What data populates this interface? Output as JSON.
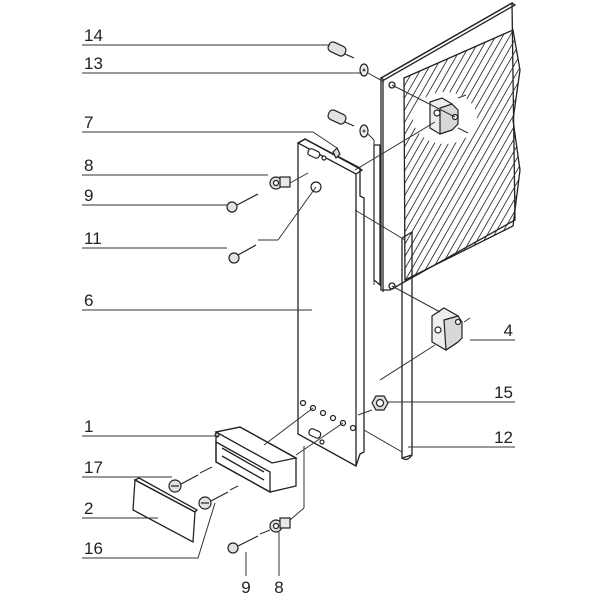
{
  "diagram": {
    "type": "exploded-assembly-view",
    "colors": {
      "line": "#222222",
      "panel_fill": "#e6e6e6",
      "light_fill": "#f2f2f2",
      "background": "#ffffff"
    },
    "callouts": {
      "left": [
        {
          "id": "14",
          "label": "14"
        },
        {
          "id": "13",
          "label": "13"
        },
        {
          "id": "7",
          "label": "7"
        },
        {
          "id": "8",
          "label": "8"
        },
        {
          "id": "9",
          "label": "9"
        },
        {
          "id": "11",
          "label": "11"
        },
        {
          "id": "6",
          "label": "6"
        },
        {
          "id": "1",
          "label": "1"
        },
        {
          "id": "17",
          "label": "17"
        },
        {
          "id": "2",
          "label": "2"
        },
        {
          "id": "16",
          "label": "16"
        }
      ],
      "right": [
        {
          "id": "4",
          "label": "4"
        },
        {
          "id": "15",
          "label": "15"
        },
        {
          "id": "12",
          "label": "12"
        }
      ],
      "bottom": [
        {
          "id": "9b",
          "label": "9"
        },
        {
          "id": "8b",
          "label": "8"
        }
      ]
    }
  }
}
